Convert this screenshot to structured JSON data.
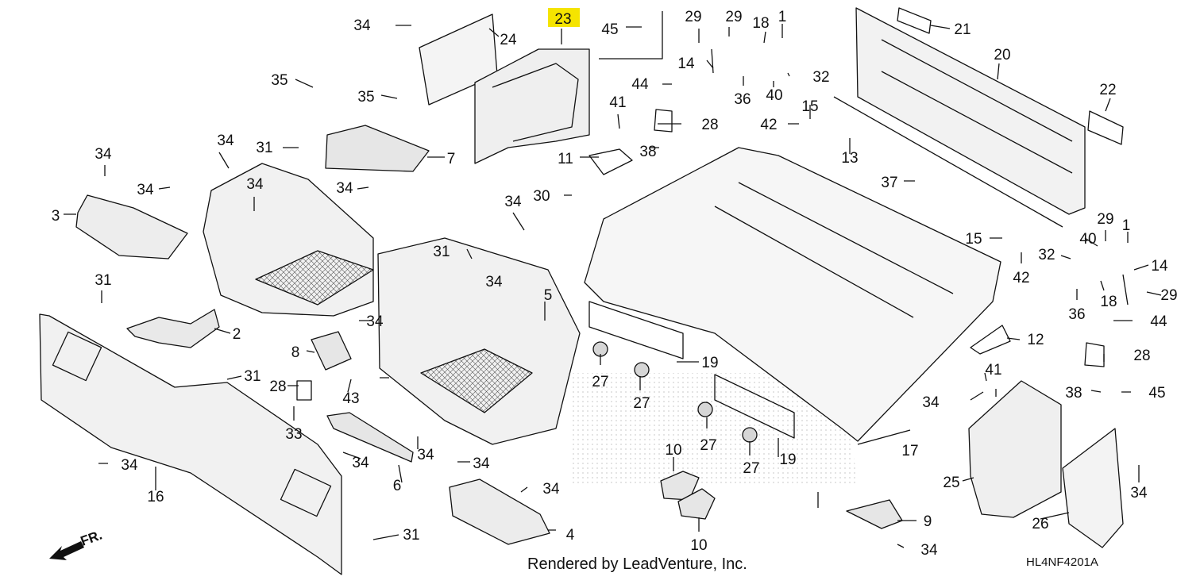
{
  "diagram": {
    "highlighted_callout": "23",
    "highlight_color": "#f5e400",
    "line_color": "#111111",
    "footer": {
      "credit": "Rendered by LeadVenture, Inc.",
      "code": "HL4NF4201A"
    },
    "direction_marker": {
      "label": "FR.",
      "icon": "front-arrow-icon"
    },
    "callouts": [
      {
        "id": "c34a",
        "label": "34"
      },
      {
        "id": "c24",
        "label": "24"
      },
      {
        "id": "c23",
        "label": "23"
      },
      {
        "id": "c45a",
        "label": "45"
      },
      {
        "id": "c29a",
        "label": "29"
      },
      {
        "id": "c29b",
        "label": "29"
      },
      {
        "id": "c18a",
        "label": "18"
      },
      {
        "id": "c1a",
        "label": "1"
      },
      {
        "id": "c21",
        "label": "21"
      },
      {
        "id": "c20",
        "label": "20"
      },
      {
        "id": "c22",
        "label": "22"
      },
      {
        "id": "c14a",
        "label": "14"
      },
      {
        "id": "c32a",
        "label": "32"
      },
      {
        "id": "c36a",
        "label": "36"
      },
      {
        "id": "c40a",
        "label": "40"
      },
      {
        "id": "c35a",
        "label": "35"
      },
      {
        "id": "c35b",
        "label": "35"
      },
      {
        "id": "c44a",
        "label": "44"
      },
      {
        "id": "c41a",
        "label": "41"
      },
      {
        "id": "c28a",
        "label": "28"
      },
      {
        "id": "c15a",
        "label": "15"
      },
      {
        "id": "c42a",
        "label": "42"
      },
      {
        "id": "c13",
        "label": "13"
      },
      {
        "id": "c38a",
        "label": "38"
      },
      {
        "id": "c11",
        "label": "11"
      },
      {
        "id": "c7",
        "label": "7"
      },
      {
        "id": "c31a",
        "label": "31"
      },
      {
        "id": "c34b",
        "label": "34"
      },
      {
        "id": "c34c",
        "label": "34"
      },
      {
        "id": "c34d",
        "label": "34"
      },
      {
        "id": "c34e",
        "label": "34"
      },
      {
        "id": "c34f",
        "label": "34"
      },
      {
        "id": "c30",
        "label": "30"
      },
      {
        "id": "c34g",
        "label": "34"
      },
      {
        "id": "c37",
        "label": "37"
      },
      {
        "id": "c3",
        "label": "3"
      },
      {
        "id": "c29c",
        "label": "29"
      },
      {
        "id": "c1b",
        "label": "1"
      },
      {
        "id": "c15b",
        "label": "15"
      },
      {
        "id": "c40b",
        "label": "40"
      },
      {
        "id": "c32b",
        "label": "32"
      },
      {
        "id": "c14b",
        "label": "14"
      },
      {
        "id": "c42b",
        "label": "42"
      },
      {
        "id": "c31b",
        "label": "31"
      },
      {
        "id": "c34h",
        "label": "34"
      },
      {
        "id": "c5",
        "label": "5"
      },
      {
        "id": "c18b",
        "label": "18"
      },
      {
        "id": "c29d",
        "label": "29"
      },
      {
        "id": "c36b",
        "label": "36"
      },
      {
        "id": "c31c",
        "label": "31"
      },
      {
        "id": "c44b",
        "label": "44"
      },
      {
        "id": "c2",
        "label": "2"
      },
      {
        "id": "c34i",
        "label": "34"
      },
      {
        "id": "c12",
        "label": "12"
      },
      {
        "id": "c8",
        "label": "8"
      },
      {
        "id": "c19a",
        "label": "19"
      },
      {
        "id": "c28b",
        "label": "28"
      },
      {
        "id": "c41b",
        "label": "41"
      },
      {
        "id": "c27a",
        "label": "27"
      },
      {
        "id": "c31d",
        "label": "31"
      },
      {
        "id": "c28c",
        "label": "28"
      },
      {
        "id": "c43",
        "label": "43"
      },
      {
        "id": "c34j",
        "label": "34"
      },
      {
        "id": "c38b",
        "label": "38"
      },
      {
        "id": "c45b",
        "label": "45"
      },
      {
        "id": "c27b",
        "label": "27"
      },
      {
        "id": "c33",
        "label": "33"
      },
      {
        "id": "c17",
        "label": "17"
      },
      {
        "id": "c27c",
        "label": "27"
      },
      {
        "id": "c34k",
        "label": "34"
      },
      {
        "id": "c34l",
        "label": "34"
      },
      {
        "id": "c10a",
        "label": "10"
      },
      {
        "id": "c19b",
        "label": "19"
      },
      {
        "id": "c27d",
        "label": "27"
      },
      {
        "id": "c34m",
        "label": "34"
      },
      {
        "id": "c6",
        "label": "6"
      },
      {
        "id": "c34n",
        "label": "34"
      },
      {
        "id": "c25",
        "label": "25"
      },
      {
        "id": "c34o",
        "label": "34"
      },
      {
        "id": "c16",
        "label": "16"
      },
      {
        "id": "c34p",
        "label": "34"
      },
      {
        "id": "c9",
        "label": "9"
      },
      {
        "id": "c26",
        "label": "26"
      },
      {
        "id": "c4",
        "label": "4"
      },
      {
        "id": "c10b",
        "label": "10"
      },
      {
        "id": "c34q",
        "label": "34"
      },
      {
        "id": "c31e",
        "label": "31"
      }
    ]
  }
}
